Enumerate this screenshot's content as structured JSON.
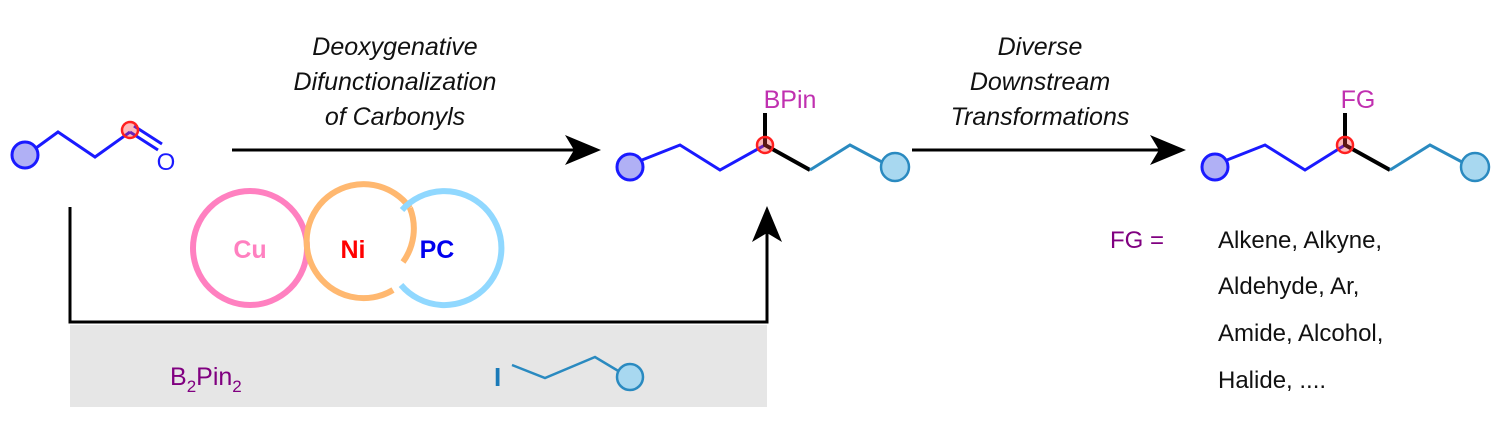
{
  "step1": {
    "lines": [
      "Deoxygenative",
      "Difunctionalization",
      "of Carbonyls"
    ]
  },
  "step2": {
    "lines": [
      "Diverse",
      "Downstream",
      "Transformations"
    ]
  },
  "catalysts": [
    "Cu",
    "Ni",
    "PC"
  ],
  "reagents": {
    "boron_main": "B",
    "boron_sub": "2",
    "boron_mid": "Pin",
    "boron_sub2": "2",
    "iodide": "I"
  },
  "labels": {
    "oxygen": "O",
    "bpin": "BPin",
    "fg": "FG"
  },
  "fg_list": {
    "prefix": "FG =",
    "lines": [
      "Alkene, Alkyne,",
      "Aldehyde, Ar,",
      "Amide, Alcohol,",
      "Halide, ...."
    ]
  },
  "colors": {
    "blue": "#1a1aff",
    "teal": "#2a8ac0",
    "pink": "#ff80c0",
    "orange": "#ffb870",
    "lightblue": "#90d8ff",
    "magenta": "#c030b0",
    "purple": "#800080",
    "red": "#ff2020"
  }
}
